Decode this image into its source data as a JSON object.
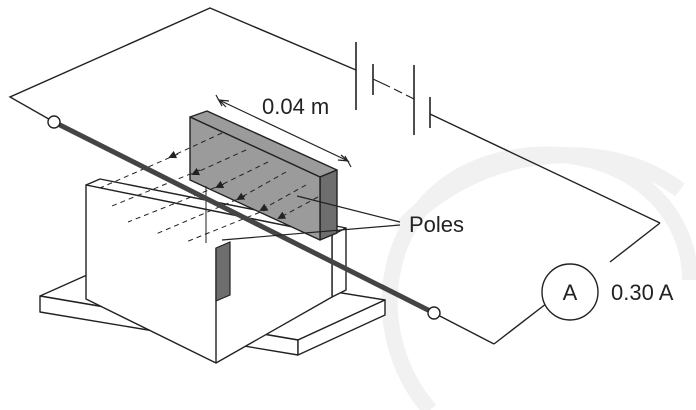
{
  "labels": {
    "length": "0.04 m",
    "poles": "Poles",
    "current": "0.30 A",
    "meter_symbol": "A"
  },
  "colors": {
    "line": "#222222",
    "pole_fill": "#9b9b9b",
    "pole_dark": "#6e6e6e",
    "block_fill": "#ffffff",
    "watermark": "#f1f1f1"
  }
}
